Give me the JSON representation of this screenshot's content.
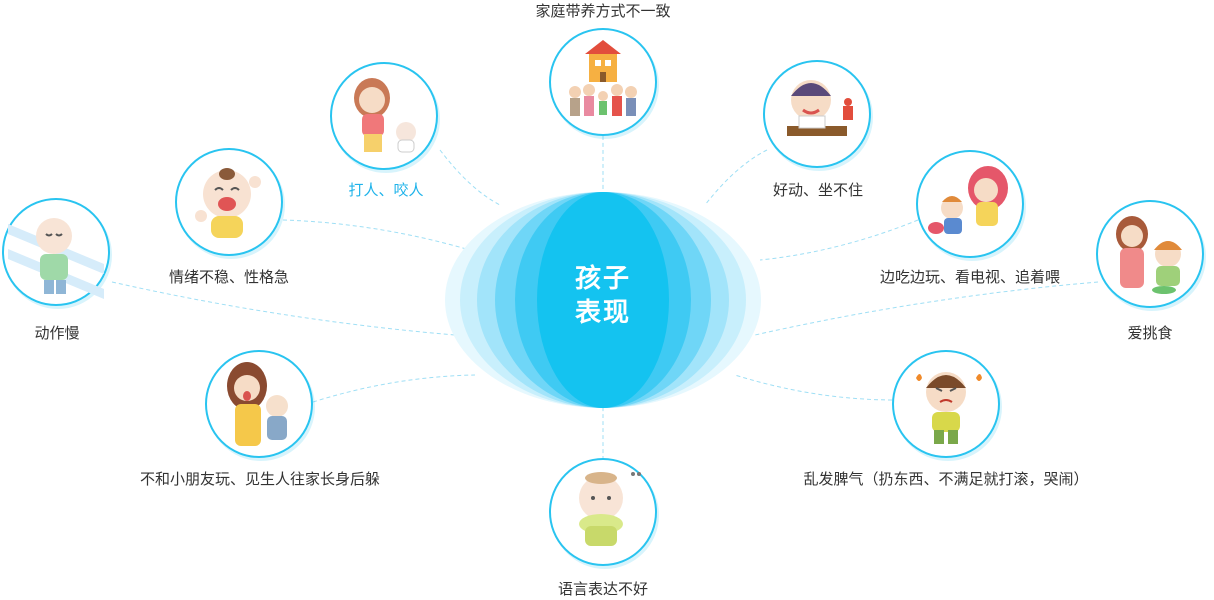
{
  "center": {
    "line1": "孩子",
    "line2": "表现"
  },
  "colors": {
    "accent": "#29c4f0",
    "hub_core": "#14c3f0",
    "highlight_label": "#1fb3ea",
    "text": "#333333"
  },
  "nodes": [
    {
      "key": "parenting",
      "label": "家庭带养方式不一致",
      "icon": "family-house-illustration"
    },
    {
      "key": "hitting",
      "label": "打人、咬人",
      "icon": "mother-and-baby-illustration",
      "highlight": true
    },
    {
      "key": "mood",
      "label": "情绪不稳、性格急",
      "icon": "crying-baby-illustration"
    },
    {
      "key": "slow",
      "label": "动作慢",
      "icon": "calm-baby-illustration"
    },
    {
      "key": "shy",
      "label": "不和小朋友玩、见生人往家长身后躲",
      "icon": "shy-child-illustration"
    },
    {
      "key": "speech",
      "label": "语言表达不好",
      "icon": "quiet-baby-illustration"
    },
    {
      "key": "active",
      "label": "好动、坐不住",
      "icon": "restless-child-illustration"
    },
    {
      "key": "feeding",
      "label": "边吃边玩、看电视、追着喂",
      "icon": "chasing-to-feed-illustration"
    },
    {
      "key": "picky",
      "label": "爱挑食",
      "icon": "picky-eater-illustration"
    },
    {
      "key": "temper",
      "label": "乱发脾气（扔东西、不满足就打滚，哭闹）",
      "icon": "angry-child-illustration"
    }
  ]
}
